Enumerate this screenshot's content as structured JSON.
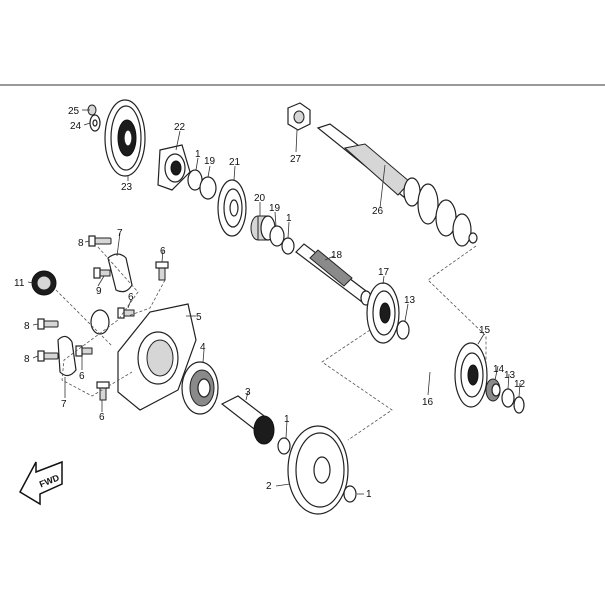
{
  "diagram": {
    "forward_label": "FWD",
    "callouts": {
      "c1a": "1",
      "c1b": "1",
      "c1c": "1",
      "c1d": "1",
      "c2": "2",
      "c3": "3",
      "c4": "4",
      "c5": "5",
      "c6a": "6",
      "c6b": "6",
      "c6c": "6",
      "c6d": "6",
      "c7a": "7",
      "c7b": "7",
      "c8a": "8",
      "c8b": "8",
      "c8c": "8",
      "c9": "9",
      "c11": "11",
      "c12": "12",
      "c13a": "13",
      "c13b": "13",
      "c14": "14",
      "c15": "15",
      "c16": "16",
      "c17": "17",
      "c18": "18",
      "c19a": "19",
      "c19b": "19",
      "c20": "20",
      "c21": "21",
      "c22": "22",
      "c23": "23",
      "c24": "24",
      "c25": "25",
      "c26": "26",
      "c27": "27"
    }
  }
}
